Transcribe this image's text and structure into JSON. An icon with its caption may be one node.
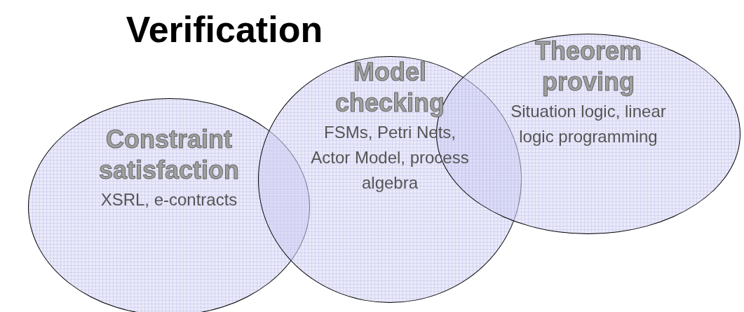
{
  "diagram": {
    "title": "Verification",
    "nodes": [
      {
        "text": [
          "Constraint satisfaction",
          "XSRL, e-contracts"
        ]
      },
      {
        "text": [
          "Model checking",
          "FSMs, Petri Nets, Actor Model, process algebra"
        ]
      },
      {
        "text": [
          "Theorem proving",
          "Situation logic, linear logic programming"
        ]
      }
    ]
  }
}
